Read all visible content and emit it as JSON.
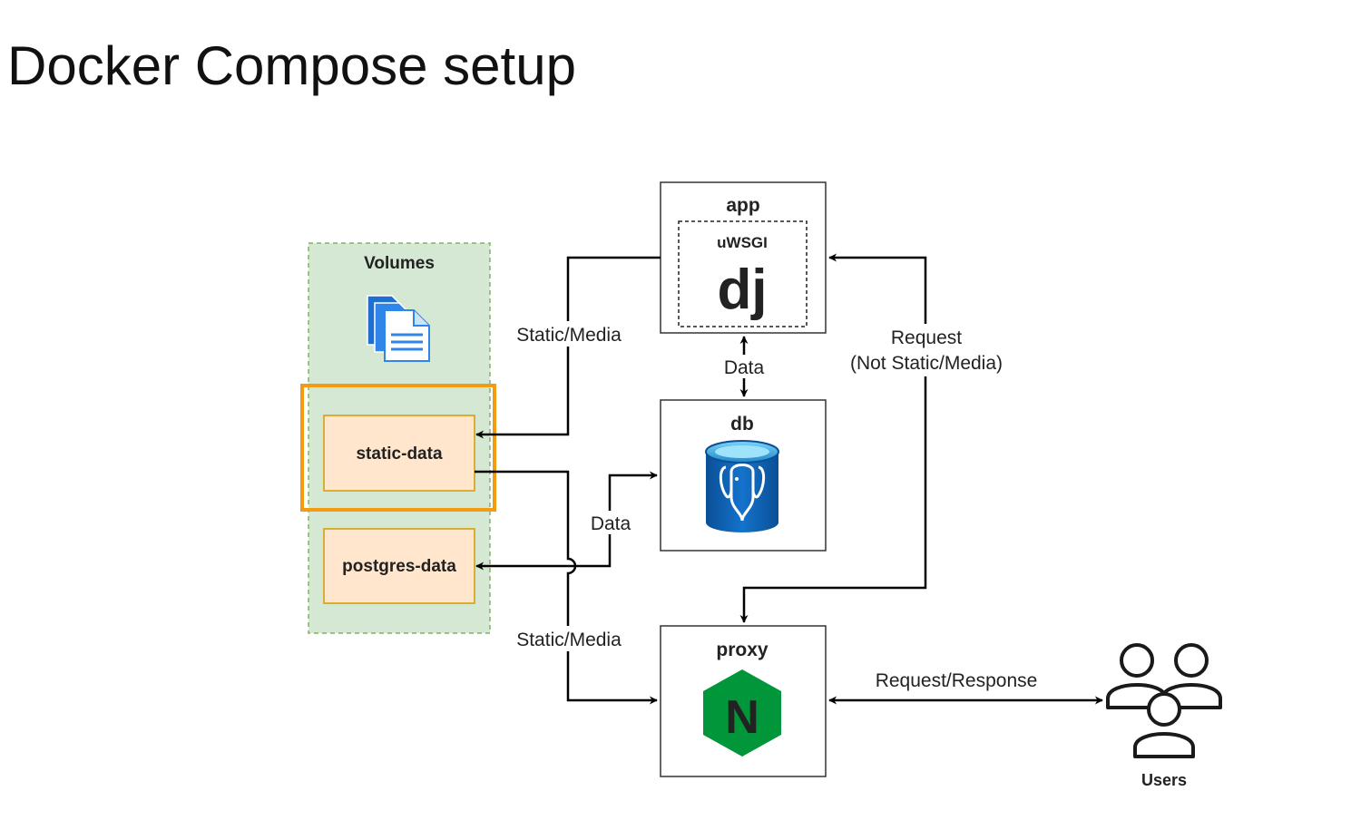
{
  "title": "Docker Compose setup",
  "volumes": {
    "label": "Volumes",
    "static_data": "static-data",
    "postgres_data": "postgres-data"
  },
  "services": {
    "app": "app",
    "uwsgi": "uWSGI",
    "django_logo_text": "dj",
    "db": "db",
    "proxy": "proxy",
    "nginx_logo_text": "N"
  },
  "users": "Users",
  "edges": {
    "app_to_static": "Static/Media",
    "app_db": "Data",
    "db_to_postgres": "Data",
    "static_to_proxy": "Static/Media",
    "request_line1": "Request",
    "request_line2": "(Not Static/Media)",
    "request_response": "Request/Response"
  },
  "colors": {
    "volumes_bg": "#d5e8d4",
    "volumes_border": "#82b366",
    "volume_item_bg": "#ffe6cc",
    "volume_item_border": "#d79b00",
    "highlight": "#f39c12",
    "nginx_green": "#009639",
    "postgres_blue": "#0d5aa7"
  }
}
